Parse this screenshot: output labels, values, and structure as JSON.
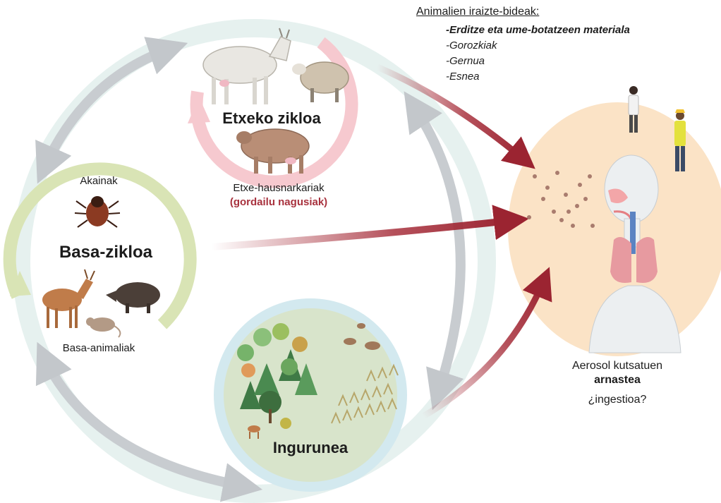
{
  "legend": {
    "title": "Animalien iraizte-bideak:",
    "items": [
      {
        "text": "-Erditze eta ume-botatzeen materiala",
        "bold": true
      },
      {
        "text": "-Gorozkiak",
        "bold": false
      },
      {
        "text": "-Gernua",
        "bold": false
      },
      {
        "text": "-Esnea",
        "bold": false
      }
    ]
  },
  "domestic_cycle": {
    "title": "Etxeko zikloa",
    "subtitle": "Etxe-hausnarkariak",
    "subtitle_highlight": "(gordailu nagusiak)"
  },
  "wild_cycle": {
    "title": "Basa-zikloa",
    "top_label": "Akainak",
    "bottom_label": "Basa-animaliak"
  },
  "environment": {
    "title": "Ingurunea"
  },
  "human": {
    "line1": "Aerosol kutsatuen",
    "line2": "arnastea",
    "line3": "¿ingestioa?"
  },
  "colors": {
    "red_arrow": "#a8323e",
    "grey_arrow": "#c8ccd0",
    "domestic_ring": "#f6c9cf",
    "wild_ring": "#d9e4b5",
    "env_ring": "#d3e9ef",
    "env_fill": "#d8e4cb",
    "human_bg": "#fbe3c6",
    "highlight_text": "#a8323e"
  }
}
